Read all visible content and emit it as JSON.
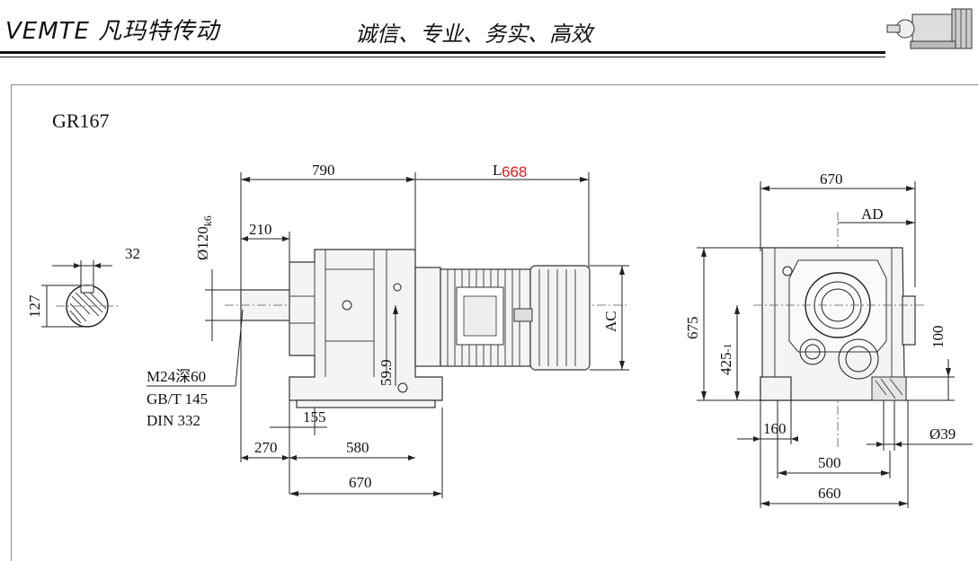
{
  "header": {
    "brand": "VEMTE 凡玛特传动",
    "slogan": "诚信、专业、务实、高效"
  },
  "diagram": {
    "model": "GR167",
    "shaft_section": {
      "key_width": "32",
      "height": "127"
    },
    "side_view": {
      "dim_790": "790",
      "dim_L_prefix": "L",
      "dim_L_value": "668",
      "dim_shaft_dia": "Ø120",
      "dim_shaft_tol": "k6",
      "dim_210": "210",
      "dim_AC": "AC",
      "dim_59_9": "59.9",
      "thread_note_1": "M24深60",
      "thread_note_2": "GB/T 145",
      "thread_note_3": "DIN 332",
      "dim_155": "155",
      "dim_270": "270",
      "dim_580": "580",
      "dim_670_bottom": "670"
    },
    "front_view": {
      "dim_670_top": "670",
      "dim_AD": "AD",
      "dim_675": "675",
      "dim_425": "425",
      "dim_425_tol": "-1",
      "dim_100": "100",
      "dim_160": "160",
      "dim_39": "Ø39",
      "dim_500": "500",
      "dim_660": "660"
    }
  },
  "colors": {
    "line": "#222222",
    "accent_value": "#e31b1b",
    "body_fill": "#f4f4f4"
  }
}
